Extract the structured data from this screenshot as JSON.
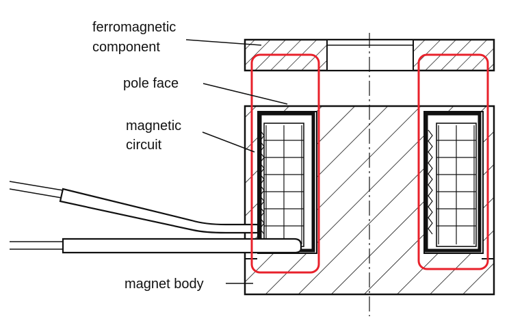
{
  "labels": {
    "ferromagnetic_line1": "ferromagnetic",
    "ferromagnetic_line2": "component",
    "pole_face": "pole face",
    "magnetic_line1": "magnetic",
    "magnetic_line2": "circuit",
    "magnet_body": "magnet body"
  },
  "colors": {
    "outline": "#111111",
    "highlight": "#e8212b",
    "background": "#ffffff"
  }
}
